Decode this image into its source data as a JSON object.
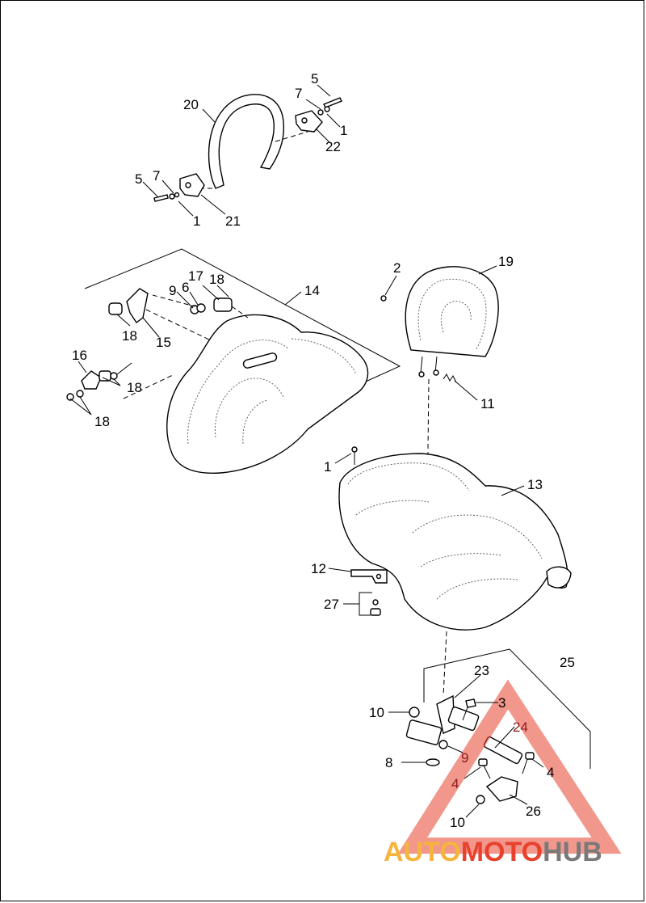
{
  "callouts": [
    "1",
    "2",
    "3",
    "4",
    "5",
    "6",
    "7",
    "8",
    "9",
    "10",
    "11",
    "12",
    "13",
    "14",
    "15",
    "16",
    "17",
    "18",
    "19",
    "20",
    "21",
    "22",
    "23",
    "24",
    "25",
    "26",
    "27"
  ],
  "labels": {
    "l20": "20",
    "l5a": "5",
    "l7a": "7",
    "l1a": "1",
    "l22": "22",
    "l5b": "5",
    "l7b": "7",
    "l1b": "1",
    "l21": "21",
    "l2": "2",
    "l19": "19",
    "l17": "17",
    "l18a": "18",
    "l9a": "9",
    "l6": "6",
    "l14": "14",
    "l18b": "18",
    "l15": "15",
    "l16": "16",
    "l18c": "18",
    "l18d": "18",
    "l11": "11",
    "l1c": "1",
    "l13": "13",
    "l12": "12",
    "l27": "27",
    "l23": "23",
    "l25": "25",
    "l3": "3",
    "l10a": "10",
    "l24": "24",
    "l9b": "9",
    "l8": "8",
    "l4a": "4",
    "l4b": "4",
    "l26": "26",
    "l10b": "10"
  },
  "watermark": {
    "part1": "AUTO",
    "part2": "MOTO",
    "part3": "HUB",
    "color1": "#f5b43c",
    "color2": "#e8422e",
    "color3": "#7a7a7a"
  }
}
